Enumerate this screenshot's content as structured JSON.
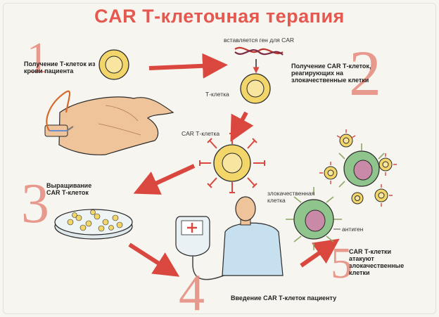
{
  "title": "CAR  Т-клеточная терапия",
  "step_numbers": [
    "1",
    "2",
    "3",
    "4",
    "5"
  ],
  "labels": {
    "step1": "Получение Т-клеток из крови пациента",
    "gene": "вставляется ген для CAR",
    "t_cell": "Т-клетка",
    "step2": "Получение CAR Т-клеток, реагирующих на злокачественные клетки",
    "car_t_cell": "CAR Т-клетка",
    "step3": "Выращивание CAR Т-клеток",
    "malignant_cell": "злокачественная клетка",
    "antigen": "антиген",
    "step4": "Введение CAR Т-клеток пациенту",
    "step5": "CAR Т-клетки атакуют злокачественные клетки"
  },
  "colors": {
    "title": "#e4584f",
    "arrow": "#d9473f",
    "cell_yellow": "#f3d66a",
    "tumor_green": "#8fc48d",
    "tumor_nucleus": "#c98aa8",
    "skin": "#f0c49a"
  }
}
